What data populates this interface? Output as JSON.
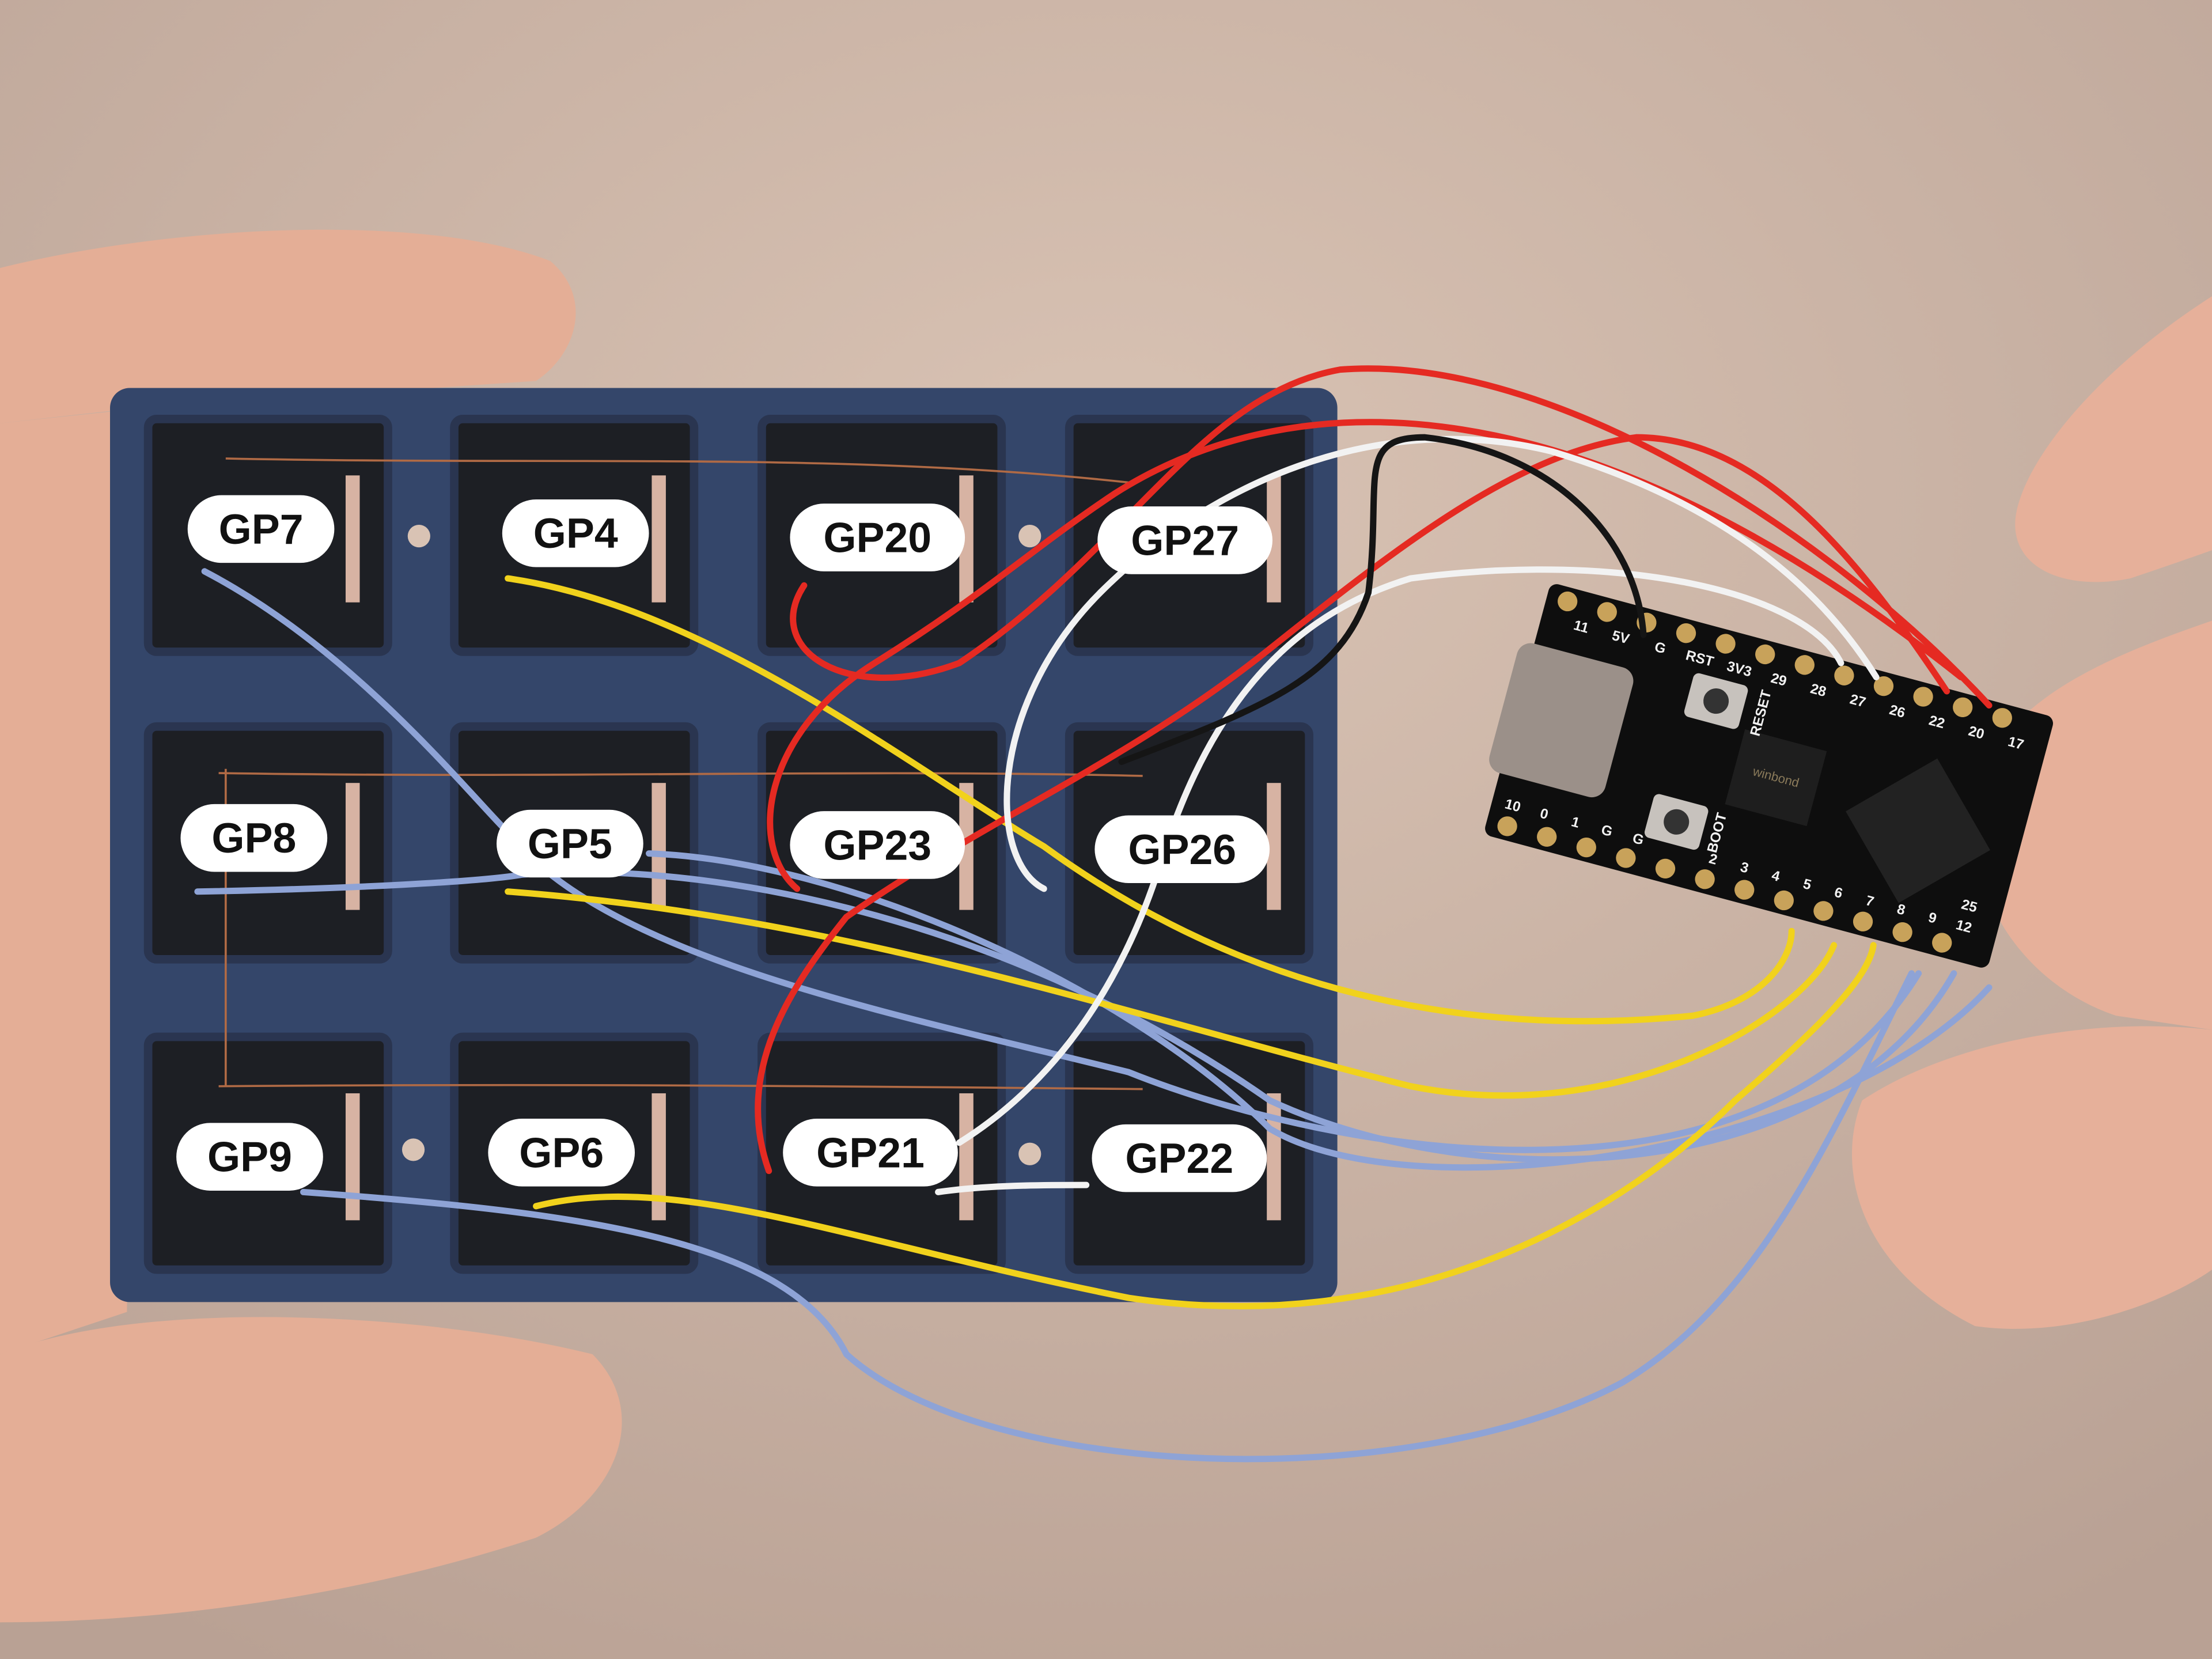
{
  "labels": {
    "row1": [
      "GP7",
      "GP4",
      "GP20",
      "GP27"
    ],
    "row2": [
      "GP8",
      "GP5",
      "GP23",
      "GP26"
    ],
    "row3": [
      "GP9",
      "GP6",
      "GP21",
      "GP22"
    ]
  },
  "board": {
    "pins_top": [
      "11",
      "5V",
      "G",
      "RST",
      "3V3",
      "29",
      "28",
      "27",
      "26",
      "22",
      "20",
      "17"
    ],
    "pins_bottom": [
      "10",
      "0",
      "1",
      "G",
      "G",
      "2",
      "3",
      "4",
      "5",
      "6",
      "7",
      "8",
      "9",
      "12",
      "25"
    ],
    "buttons": [
      "RESET",
      "BOOT"
    ],
    "chip_text": "winbond"
  },
  "colors": {
    "background": "#c9b2a3",
    "plate": "#34466a",
    "wire_blue": "#8ea3d6",
    "wire_yellow": "#f1d21c",
    "wire_red": "#e52a22",
    "wire_white": "#f2f2f2",
    "wire_black": "#151515",
    "skin": "#e7b49d"
  }
}
